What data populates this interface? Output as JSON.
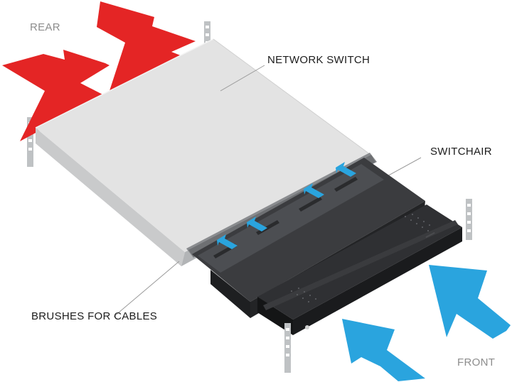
{
  "labels": {
    "rear": "REAR",
    "network_switch": "NETWORK SWITCH",
    "switchair": "SWITCHAIR",
    "brushes": "BRUSHES FOR CABLES",
    "front": "FRONT"
  },
  "colors": {
    "exhaust_arrow": "#e42525",
    "intake_arrow": "#2aa4de",
    "switch_top": "#e3e3e3",
    "switchair_body": "#2b2c2e"
  }
}
